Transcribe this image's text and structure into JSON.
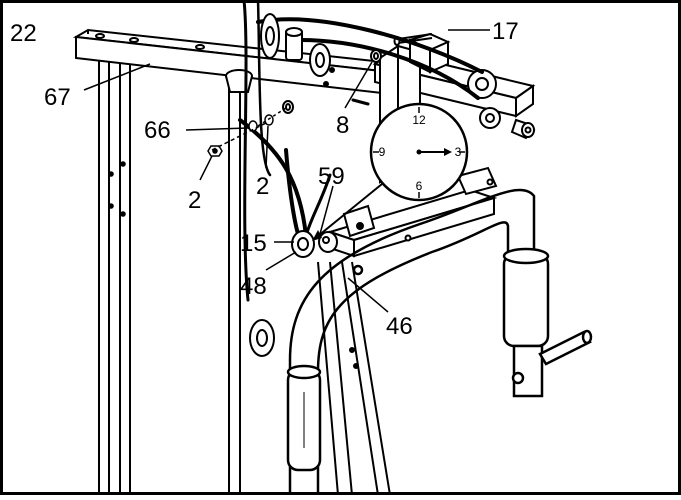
{
  "step_number": "22",
  "part_labels": {
    "p17": "17",
    "p67": "67",
    "p66": "66",
    "p8": "8",
    "p2a": "2",
    "p2b": "2",
    "p59": "59",
    "p15": "15",
    "p48": "48",
    "p46": "46"
  },
  "clock": {
    "twelve": "12",
    "three": "3",
    "six": "6",
    "nine": "9"
  },
  "colors": {
    "ink": "#000000",
    "paper": "#ffffff"
  }
}
